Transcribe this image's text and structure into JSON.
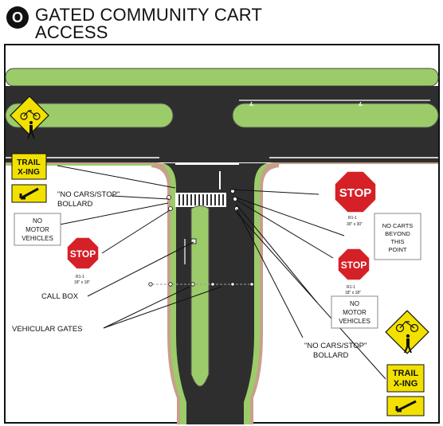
{
  "header": {
    "badge": "O",
    "title_line1": "GATED COMMUNITY CART",
    "title_line2": "ACCESS"
  },
  "signs": {
    "trail_xing_line1": "TRAIL",
    "trail_xing_line2": "X-ING",
    "stop": "STOP",
    "stop_code": "R1-1",
    "stop_size_large": "30\" x 30\"",
    "stop_size_small": "18\" x 18\"",
    "no_motor_line1": "NO",
    "no_motor_line2": "MOTOR",
    "no_motor_line3": "VEHICLES",
    "no_carts_line1": "NO CARTS",
    "no_carts_line2": "BEYOND",
    "no_carts_line3": "THIS",
    "no_carts_line4": "POINT"
  },
  "callouts": {
    "bollard_left_line1": "\"NO CARS/STOP\"",
    "bollard_left_line2": "BOLLARD",
    "call_box": "CALL BOX",
    "vehicular_gates": "VEHICULAR GATES",
    "bollard_right_line1": "\"NO CARS/STOP\"",
    "bollard_right_line2": "BOLLARD"
  },
  "colors": {
    "grass": "#9ccc6a",
    "asphalt": "#2e2e2e",
    "sidewalk": "#c7a08a",
    "stop_red": "#d62027",
    "warning_yellow": "#f2e100",
    "frame": "#111111"
  }
}
